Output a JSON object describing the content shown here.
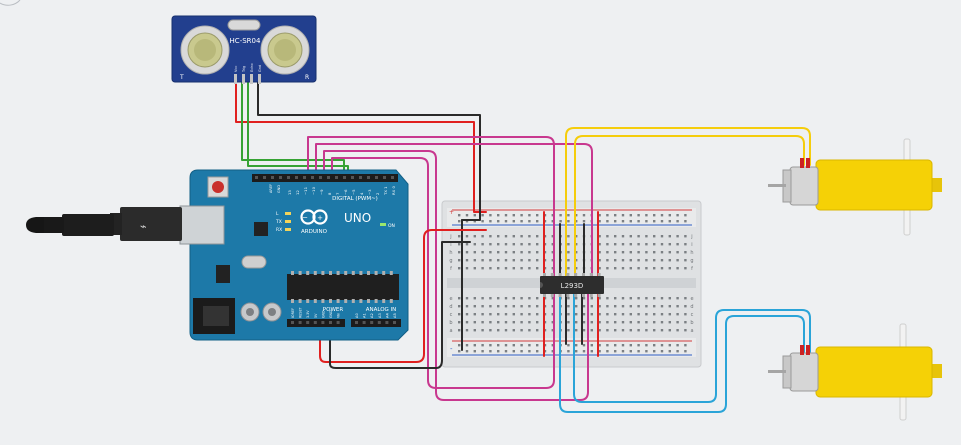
{
  "canvas": {
    "background": "#eef0f2"
  },
  "sensor": {
    "model": "HC-SR04",
    "left_mark": "T",
    "right_mark": "R",
    "pins": [
      "Vcc",
      "Trig",
      "Echo",
      "Gnd"
    ]
  },
  "arduino": {
    "brand": "ARDUINO",
    "model": "UNO",
    "digital_header": "DIGITAL (PWM~)",
    "power_header": "POWER",
    "analog_header": "ANALOG IN",
    "aref": "AREF",
    "gnd": "GND",
    "digital_pins": [
      "13",
      "12",
      "~11",
      "~10",
      "~9",
      "8",
      "7",
      "~6",
      "~5",
      "4",
      "~3",
      "2",
      "TX 1",
      "RX 0"
    ],
    "power_pins": [
      "IOREF",
      "RESET",
      "3.3V",
      "5V",
      "GND",
      "GND",
      "Vin"
    ],
    "analog_pins": [
      "A0",
      "A1",
      "A2",
      "A3",
      "A4",
      "A5"
    ],
    "led_labels": [
      "L",
      "TX",
      "RX"
    ],
    "on_label": "ON"
  },
  "breadboard": {
    "row_letters_top": [
      "j",
      "i",
      "h",
      "g",
      "f"
    ],
    "row_letters_bottom": [
      "e",
      "d",
      "c",
      "b",
      "a"
    ],
    "rail_plus": "+",
    "rail_minus": "-"
  },
  "driver_chip": {
    "label": "L293D"
  },
  "wire_colors": {
    "red": "#e0201f",
    "black": "#2a2a2a",
    "green": "#36a334",
    "magenta": "#c8388f",
    "yellow": "#f5cd0c",
    "blue": "#2aa4d8"
  }
}
